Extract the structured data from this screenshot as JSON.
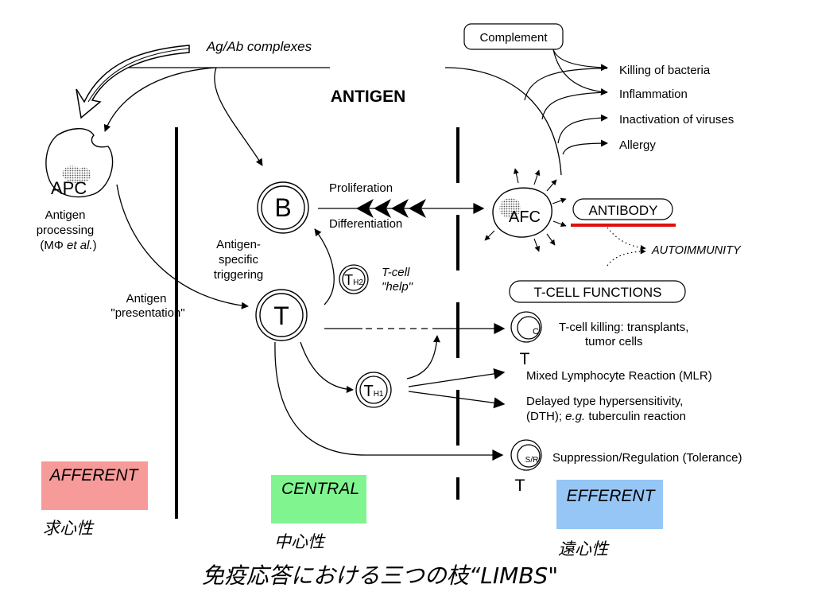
{
  "title": "免疫応答における三つの枝“LIMBS\"",
  "antigen": "ANTIGEN",
  "ag_ab_complexes": "Ag/Ab complexes",
  "complement": "Complement",
  "complement_effects": [
    "Killing of bacteria",
    "Inflammation",
    "Inactivation of viruses",
    "Allergy"
  ],
  "apc": {
    "label": "APC",
    "processing_lines": [
      "Antigen",
      "processing"
    ],
    "mphi_prefix": "(MΦ ",
    "mphi_etal": "et al.",
    "mphi_suffix": ")"
  },
  "antigen_presentation": [
    "Antigen",
    "\"presentation\""
  ],
  "b_cell": "B",
  "t_cell": "T",
  "proliferation": "Proliferation",
  "differentiation": "Differentiation",
  "antigen_specific": [
    "Antigen-",
    "specific",
    "triggering"
  ],
  "th2": {
    "main": "T",
    "sub": "H2"
  },
  "th1": {
    "main": "T",
    "sub": "H1"
  },
  "tcell_help": [
    "T-cell",
    "\"help\""
  ],
  "afc": "AFC",
  "antibody": "ANTIBODY",
  "autoimmunity": "AUTOIMMUNITY",
  "tcell_functions": "T-CELL FUNCTIONS",
  "tc": {
    "letter": "T",
    "sub": "C"
  },
  "tc_killing": [
    "T-cell killing: transplants,",
    "tumor cells"
  ],
  "mlr": "Mixed Lymphocyte Reaction (MLR)",
  "dth_line1": "Delayed type hypersensitivity,",
  "dth_line2_pre": "(DTH); ",
  "dth_line2_eg": "e.g.",
  "dth_line2_post": " tuberculin reaction",
  "tsr": {
    "letter": "T",
    "sub": "S/R"
  },
  "suppression": "Suppression/Regulation (Tolerance)",
  "limbs": {
    "afferent": {
      "en": "AFFERENT",
      "jp": "求心性",
      "color": "#f79a9a"
    },
    "central": {
      "en": "CENTRAL",
      "jp": "中心性",
      "color": "#80f58f"
    },
    "efferent": {
      "en": "EFFERENT",
      "jp": "遠心性",
      "color": "#96c6f6"
    }
  },
  "antibody_underline_color": "#dd1111"
}
